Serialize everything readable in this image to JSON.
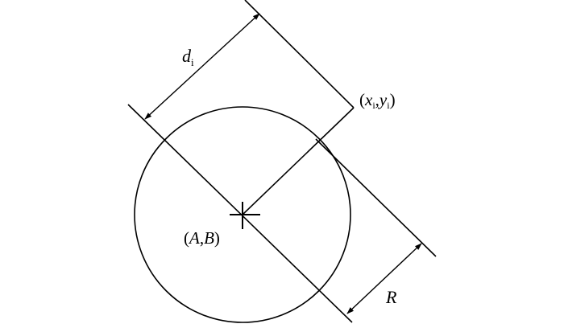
{
  "labels": {
    "distance_symbol": "d",
    "distance_subscript": "i",
    "point_open": "(",
    "point_x": "x",
    "point_x_sub": "i",
    "point_comma": ",",
    "point_y": "y",
    "point_y_sub": "i",
    "point_close": ")",
    "center_label": "(A,B)",
    "center_a": "A",
    "center_b": "B",
    "radius_label": "R"
  },
  "colors": {
    "stroke": "#000000",
    "background": "#ffffff"
  }
}
